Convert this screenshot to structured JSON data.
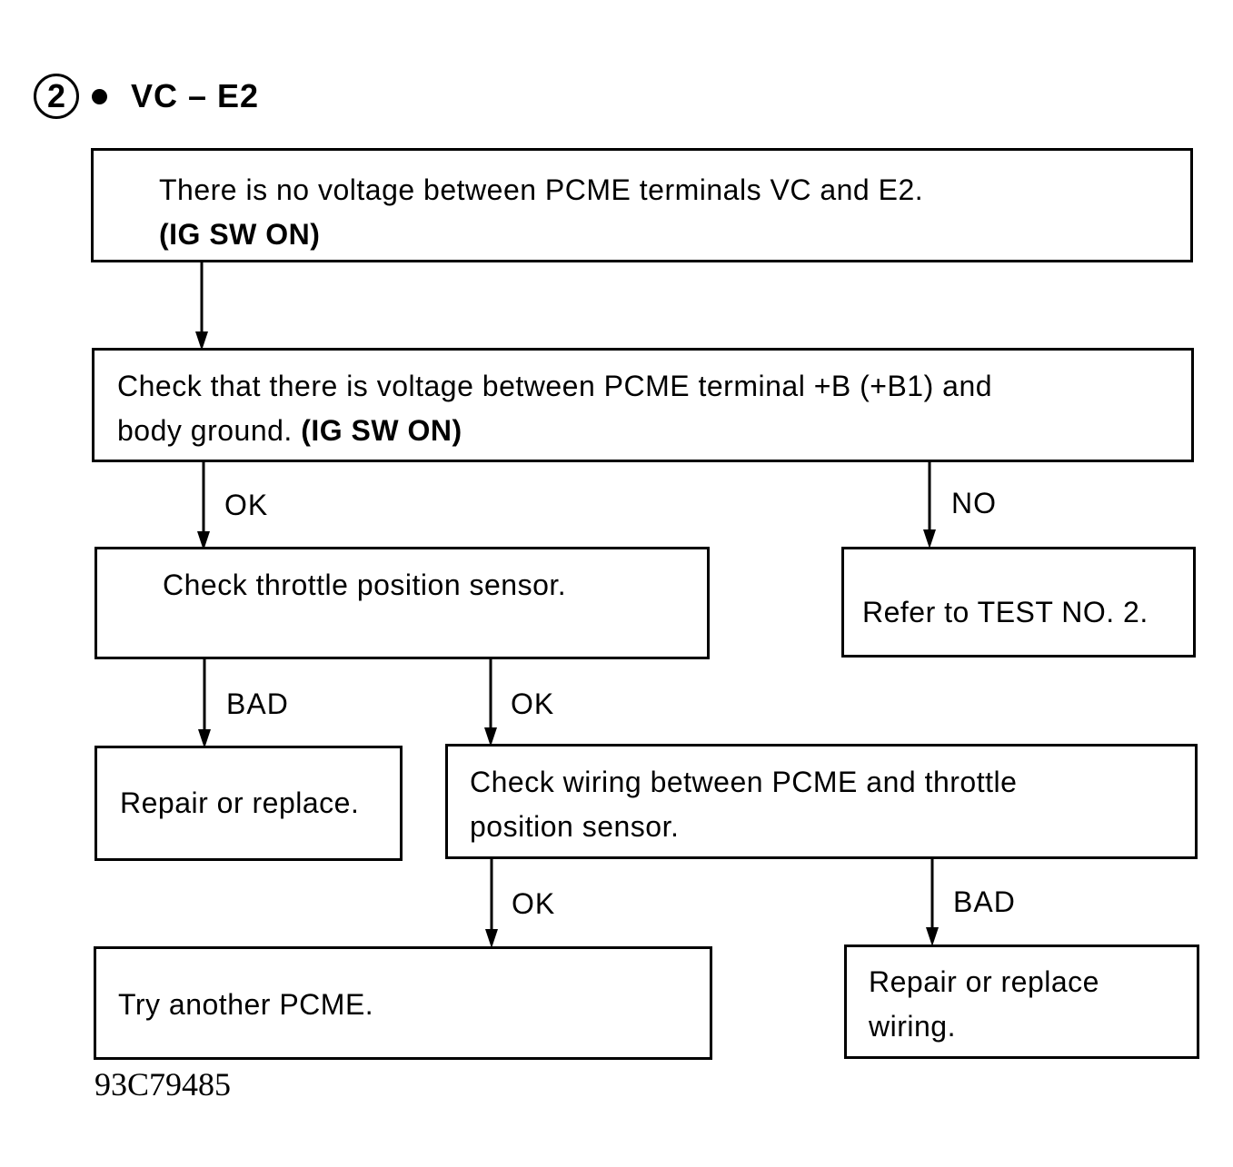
{
  "header": {
    "step_number": "2",
    "title": "VC – E2"
  },
  "boxes": {
    "no_voltage": {
      "line1": "There is no voltage between PCME terminals VC and E2.",
      "line2": "(IG SW ON)"
    },
    "check_voltage": {
      "line1": "Check that there is voltage between PCME terminal +B (+B1) and",
      "line2_plain": "body ground. ",
      "line2_bold": "(IG SW ON)"
    },
    "check_tps": {
      "line1": "Check throttle position sensor."
    },
    "refer_test": {
      "line1": "Refer to TEST NO. 2."
    },
    "repair_replace": {
      "line1": "Repair or replace."
    },
    "check_wiring": {
      "line1": "Check wiring between PCME and throttle",
      "line2": "position sensor."
    },
    "try_pcme": {
      "line1": "Try another PCME."
    },
    "repair_wiring": {
      "line1": "Repair or replace",
      "line2": "wiring."
    }
  },
  "labels": {
    "ok_1": "OK",
    "no_1": "NO",
    "bad_1": "BAD",
    "ok_2": "OK",
    "ok_3": "OK",
    "bad_2": "BAD"
  },
  "figure_code": "93C79485"
}
